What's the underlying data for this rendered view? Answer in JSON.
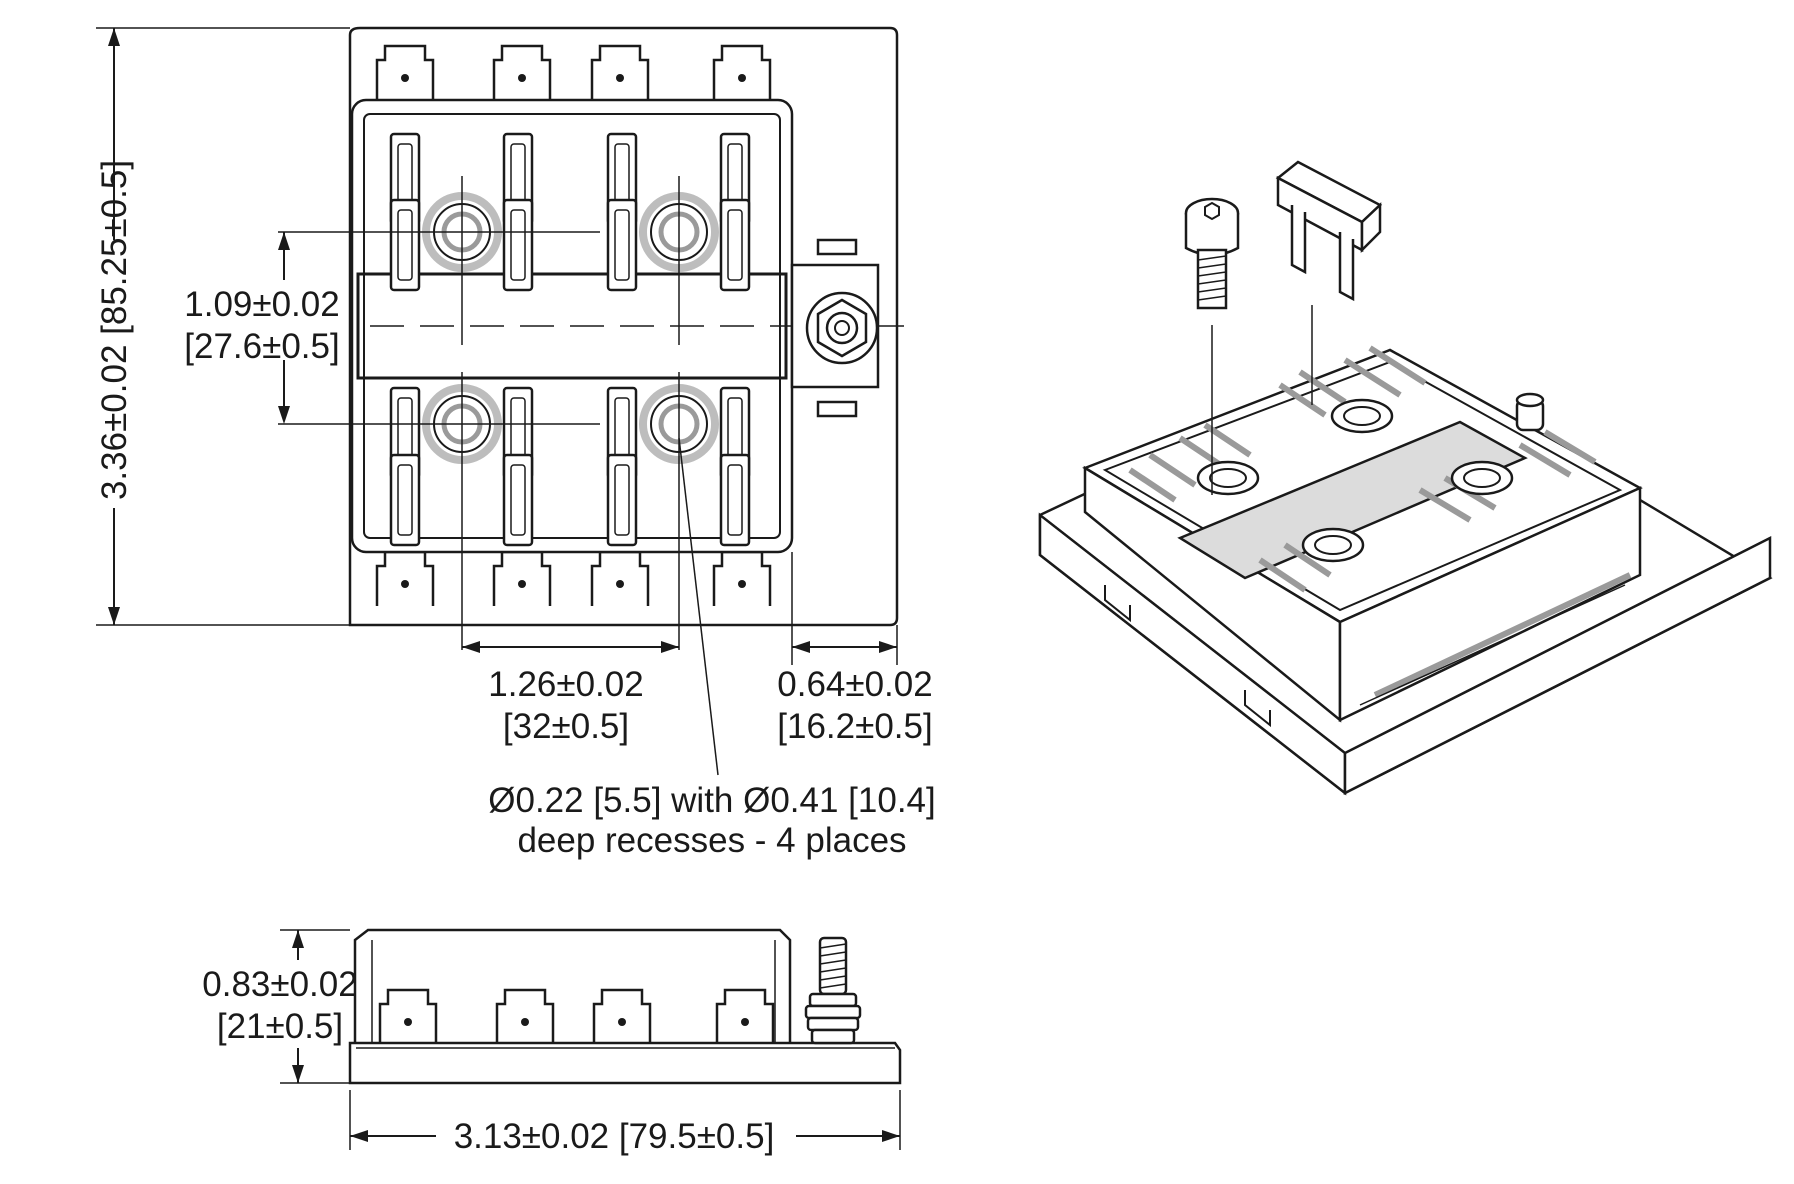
{
  "dimensions": {
    "height_label": "3.36±0.02 [85.25±0.5]",
    "row_spacing": [
      "1.09±0.02",
      "[27.6±0.5]"
    ],
    "col_spacing": [
      "1.26±0.02",
      "[32±0.5]"
    ],
    "stud_offset": [
      "0.64±0.02",
      "[16.2±0.5]"
    ],
    "hole_note": [
      "Ø0.22 [5.5] with Ø0.41 [10.4]",
      "deep recesses - 4 places"
    ],
    "side_height": [
      "0.83±0.02",
      "[21±0.5]"
    ],
    "width_label": "3.13±0.02 [79.5±0.5]"
  }
}
